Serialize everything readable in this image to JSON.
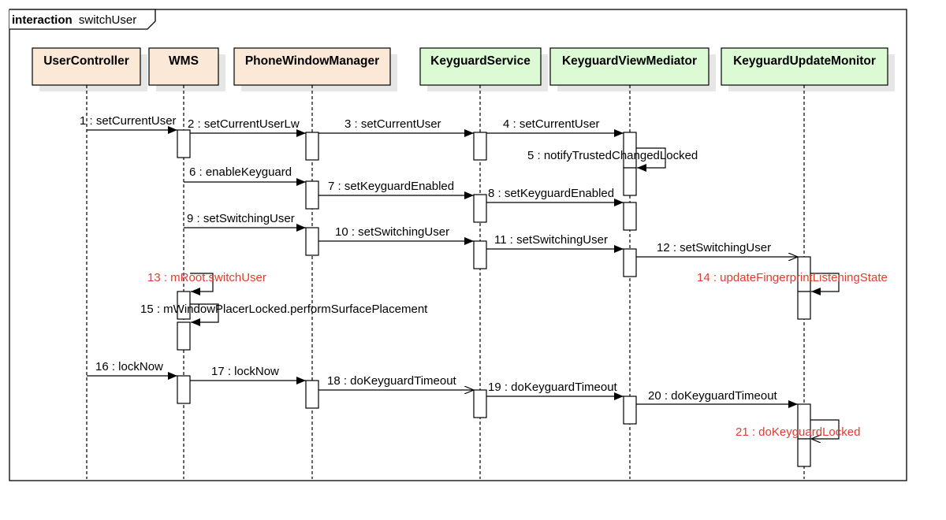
{
  "frame": {
    "keyword": "interaction",
    "name": "switchUser"
  },
  "colors": {
    "framework_fill": "#fbe8d6",
    "keyguard_fill": "#dcfbd4",
    "highlight_text": "#e03c31",
    "line": "#000000",
    "shadow": "#e6e6e6"
  },
  "lifelines": [
    {
      "id": "usercontroller",
      "name": "UserController",
      "group": "framework"
    },
    {
      "id": "wms",
      "name": "WMS",
      "group": "framework"
    },
    {
      "id": "phonewindowmanager",
      "name": "PhoneWindowManager",
      "group": "framework"
    },
    {
      "id": "keyguardservice",
      "name": "KeyguardService",
      "group": "keyguard"
    },
    {
      "id": "keyguardviewmediator",
      "name": "KeyguardViewMediator",
      "group": "keyguard"
    },
    {
      "id": "keyguardupdatemonitor",
      "name": "KeyguardUpdateMonitor",
      "group": "keyguard"
    }
  ],
  "messages": [
    {
      "label": "1 : setCurrentUser",
      "from": "usercontroller",
      "to": "wms",
      "highlight": false,
      "arrow": "filled"
    },
    {
      "label": "2 : setCurrentUserLw",
      "from": "wms",
      "to": "phonewindowmanager",
      "highlight": false,
      "arrow": "filled"
    },
    {
      "label": "3 : setCurrentUser",
      "from": "phonewindowmanager",
      "to": "keyguardservice",
      "highlight": false,
      "arrow": "filled"
    },
    {
      "label": "4 : setCurrentUser",
      "from": "keyguardservice",
      "to": "keyguardviewmediator",
      "highlight": false,
      "arrow": "filled"
    },
    {
      "label": "5 : notifyTrustedChangedLocked",
      "from": "keyguardviewmediator",
      "to": "keyguardviewmediator",
      "highlight": false,
      "arrow": "filled"
    },
    {
      "label": "6 : enableKeyguard",
      "from": "wms",
      "to": "phonewindowmanager",
      "highlight": false,
      "arrow": "filled"
    },
    {
      "label": "7 : setKeyguardEnabled",
      "from": "phonewindowmanager",
      "to": "keyguardservice",
      "highlight": false,
      "arrow": "filled"
    },
    {
      "label": "8 : setKeyguardEnabled",
      "from": "keyguardservice",
      "to": "keyguardviewmediator",
      "highlight": false,
      "arrow": "filled"
    },
    {
      "label": "9 : setSwitchingUser",
      "from": "wms",
      "to": "phonewindowmanager",
      "highlight": false,
      "arrow": "filled"
    },
    {
      "label": "10 : setSwitchingUser",
      "from": "phonewindowmanager",
      "to": "keyguardservice",
      "highlight": false,
      "arrow": "filled"
    },
    {
      "label": "11 : setSwitchingUser",
      "from": "keyguardservice",
      "to": "keyguardviewmediator",
      "highlight": false,
      "arrow": "filled"
    },
    {
      "label": "12 : setSwitchingUser",
      "from": "keyguardviewmediator",
      "to": "keyguardupdatemonitor",
      "highlight": false,
      "arrow": "open"
    },
    {
      "label": "13 : mRoot.switchUser",
      "from": "wms",
      "to": "wms",
      "highlight": true,
      "arrow": "filled"
    },
    {
      "label": "14 : updateFingerprintListeningState",
      "from": "keyguardupdatemonitor",
      "to": "keyguardupdatemonitor",
      "highlight": true,
      "arrow": "filled"
    },
    {
      "label": "15 : mWindowPlacerLocked.performSurfacePlacement",
      "from": "wms",
      "to": "wms",
      "highlight": false,
      "arrow": "filled"
    },
    {
      "label": "16 : lockNow",
      "from": "usercontroller",
      "to": "wms",
      "highlight": false,
      "arrow": "filled"
    },
    {
      "label": "17 : lockNow",
      "from": "wms",
      "to": "phonewindowmanager",
      "highlight": false,
      "arrow": "filled"
    },
    {
      "label": "18 : doKeyguardTimeout",
      "from": "phonewindowmanager",
      "to": "keyguardservice",
      "highlight": false,
      "arrow": "open"
    },
    {
      "label": "19 : doKeyguardTimeout",
      "from": "keyguardservice",
      "to": "keyguardviewmediator",
      "highlight": false,
      "arrow": "filled"
    },
    {
      "label": "20 : doKeyguardTimeout",
      "from": "keyguardviewmediator",
      "to": "keyguardupdatemonitor",
      "highlight": false,
      "arrow": "filled"
    },
    {
      "label": "21 : doKeyguardLocked",
      "from": "keyguardupdatemonitor",
      "to": "keyguardupdatemonitor",
      "highlight": true,
      "arrow": "open"
    }
  ]
}
